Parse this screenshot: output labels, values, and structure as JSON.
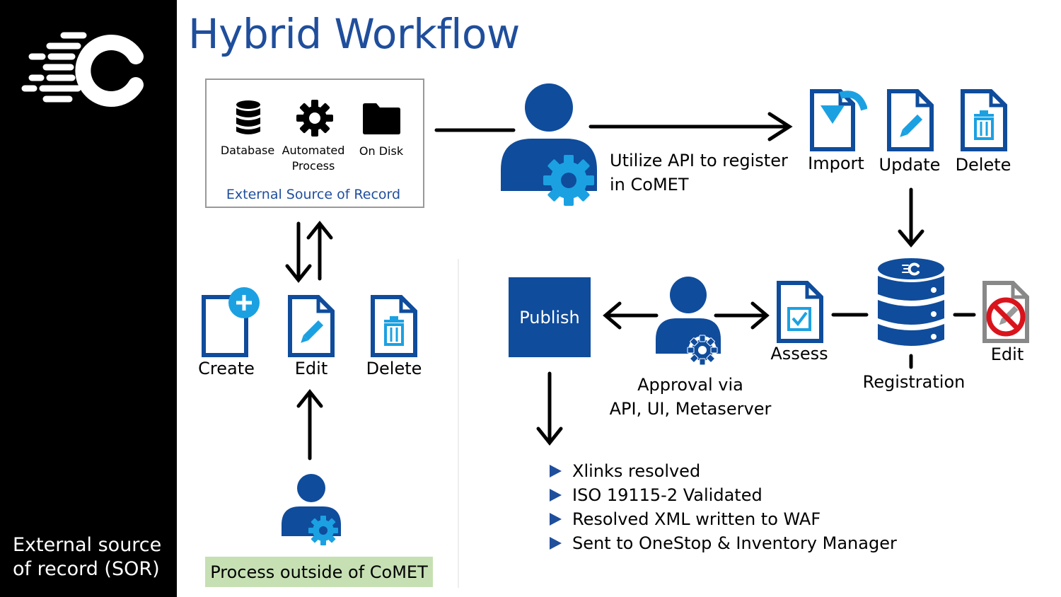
{
  "title": "Hybrid Workflow",
  "sidebar": {
    "logo_icon": "comet-logo-icon",
    "label_line1": "External source",
    "label_line2": "of record (SOR)"
  },
  "sor_box": {
    "items": [
      {
        "label": "Database",
        "icon": "database-icon"
      },
      {
        "label_line1": "Automated",
        "label_line2": "Process",
        "icon": "gear-icon"
      },
      {
        "label": "On Disk",
        "icon": "folder-icon"
      }
    ],
    "caption": "External Source of Record"
  },
  "api": {
    "line1": "Utilize API to register",
    "line2": "in  CoMET"
  },
  "top_actions": [
    {
      "label": "Import",
      "icon": "import-document-icon"
    },
    {
      "label": "Update",
      "icon": "update-document-icon"
    },
    {
      "label": "Delete",
      "icon": "delete-document-icon"
    }
  ],
  "left_actions": [
    {
      "label": "Create",
      "icon": "create-document-icon"
    },
    {
      "label": "Edit",
      "icon": "edit-document-icon"
    },
    {
      "label": "Delete",
      "icon": "delete-document-icon"
    }
  ],
  "process_outside": "Process outside of CoMET",
  "publish": "Publish",
  "approval": {
    "line1": "Approval via",
    "line2": "API, UI, Metaserver"
  },
  "assess": "Assess",
  "registration": "Registration",
  "edit_disabled": "Edit",
  "bullets": [
    "Xlinks resolved",
    "ISO 19115-2 Validated",
    "Resolved XML written to WAF",
    "Sent to OneStop & Inventory Manager"
  ],
  "colors": {
    "brand_blue": "#1f4e9c",
    "doc_blue": "#0f4c9c",
    "accent_cyan": "#1ba1e2",
    "process_green": "#c6e0b4",
    "sidebar_black": "#000000"
  }
}
